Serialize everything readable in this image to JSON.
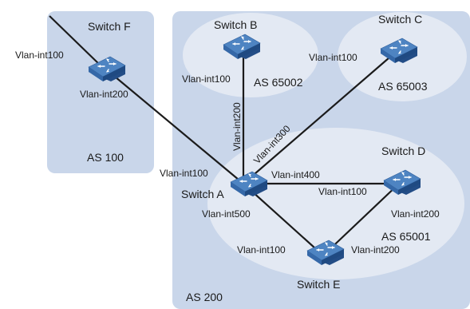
{
  "colors": {
    "region_fill": "#c9d6ea",
    "bubble_fill": "#e3e9f3",
    "link": "#1b1b1b",
    "switch_top": "#4e84c2",
    "switch_side": "#234d86"
  },
  "regions": {
    "as100": "AS 100",
    "as200": "AS 200",
    "as65002": "AS 65002",
    "as65003": "AS 65003",
    "as65001": "AS 65001"
  },
  "switches": {
    "a": {
      "name": "Switch A",
      "icon": "switch-icon",
      "badge": "SWITCH"
    },
    "b": {
      "name": "Switch B",
      "icon": "switch-icon",
      "badge": "SWITCH"
    },
    "c": {
      "name": "Switch C",
      "icon": "switch-icon",
      "badge": "SWITCH"
    },
    "d": {
      "name": "Switch D",
      "icon": "switch-icon",
      "badge": "SWITCH"
    },
    "e": {
      "name": "Switch E",
      "icon": "switch-icon",
      "badge": "SWITCH"
    },
    "f": {
      "name": "Switch F",
      "icon": "switch-icon",
      "badge": "SWITCH"
    }
  },
  "interfaces": {
    "f_uplink": "Vlan-int100",
    "f_to_a": "Vlan-int200",
    "a_to_f": "Vlan-int100",
    "b_to_a": "Vlan-int100",
    "a_to_b": "Vlan-int200",
    "a_to_c": "Vlan-int300",
    "c_to_a": "Vlan-int100",
    "a_to_d": "Vlan-int400",
    "d_to_a": "Vlan-int100",
    "a_to_e": "Vlan-int500",
    "d_to_e": "Vlan-int200",
    "e_to_a": "Vlan-int100",
    "e_to_d": "Vlan-int200"
  }
}
